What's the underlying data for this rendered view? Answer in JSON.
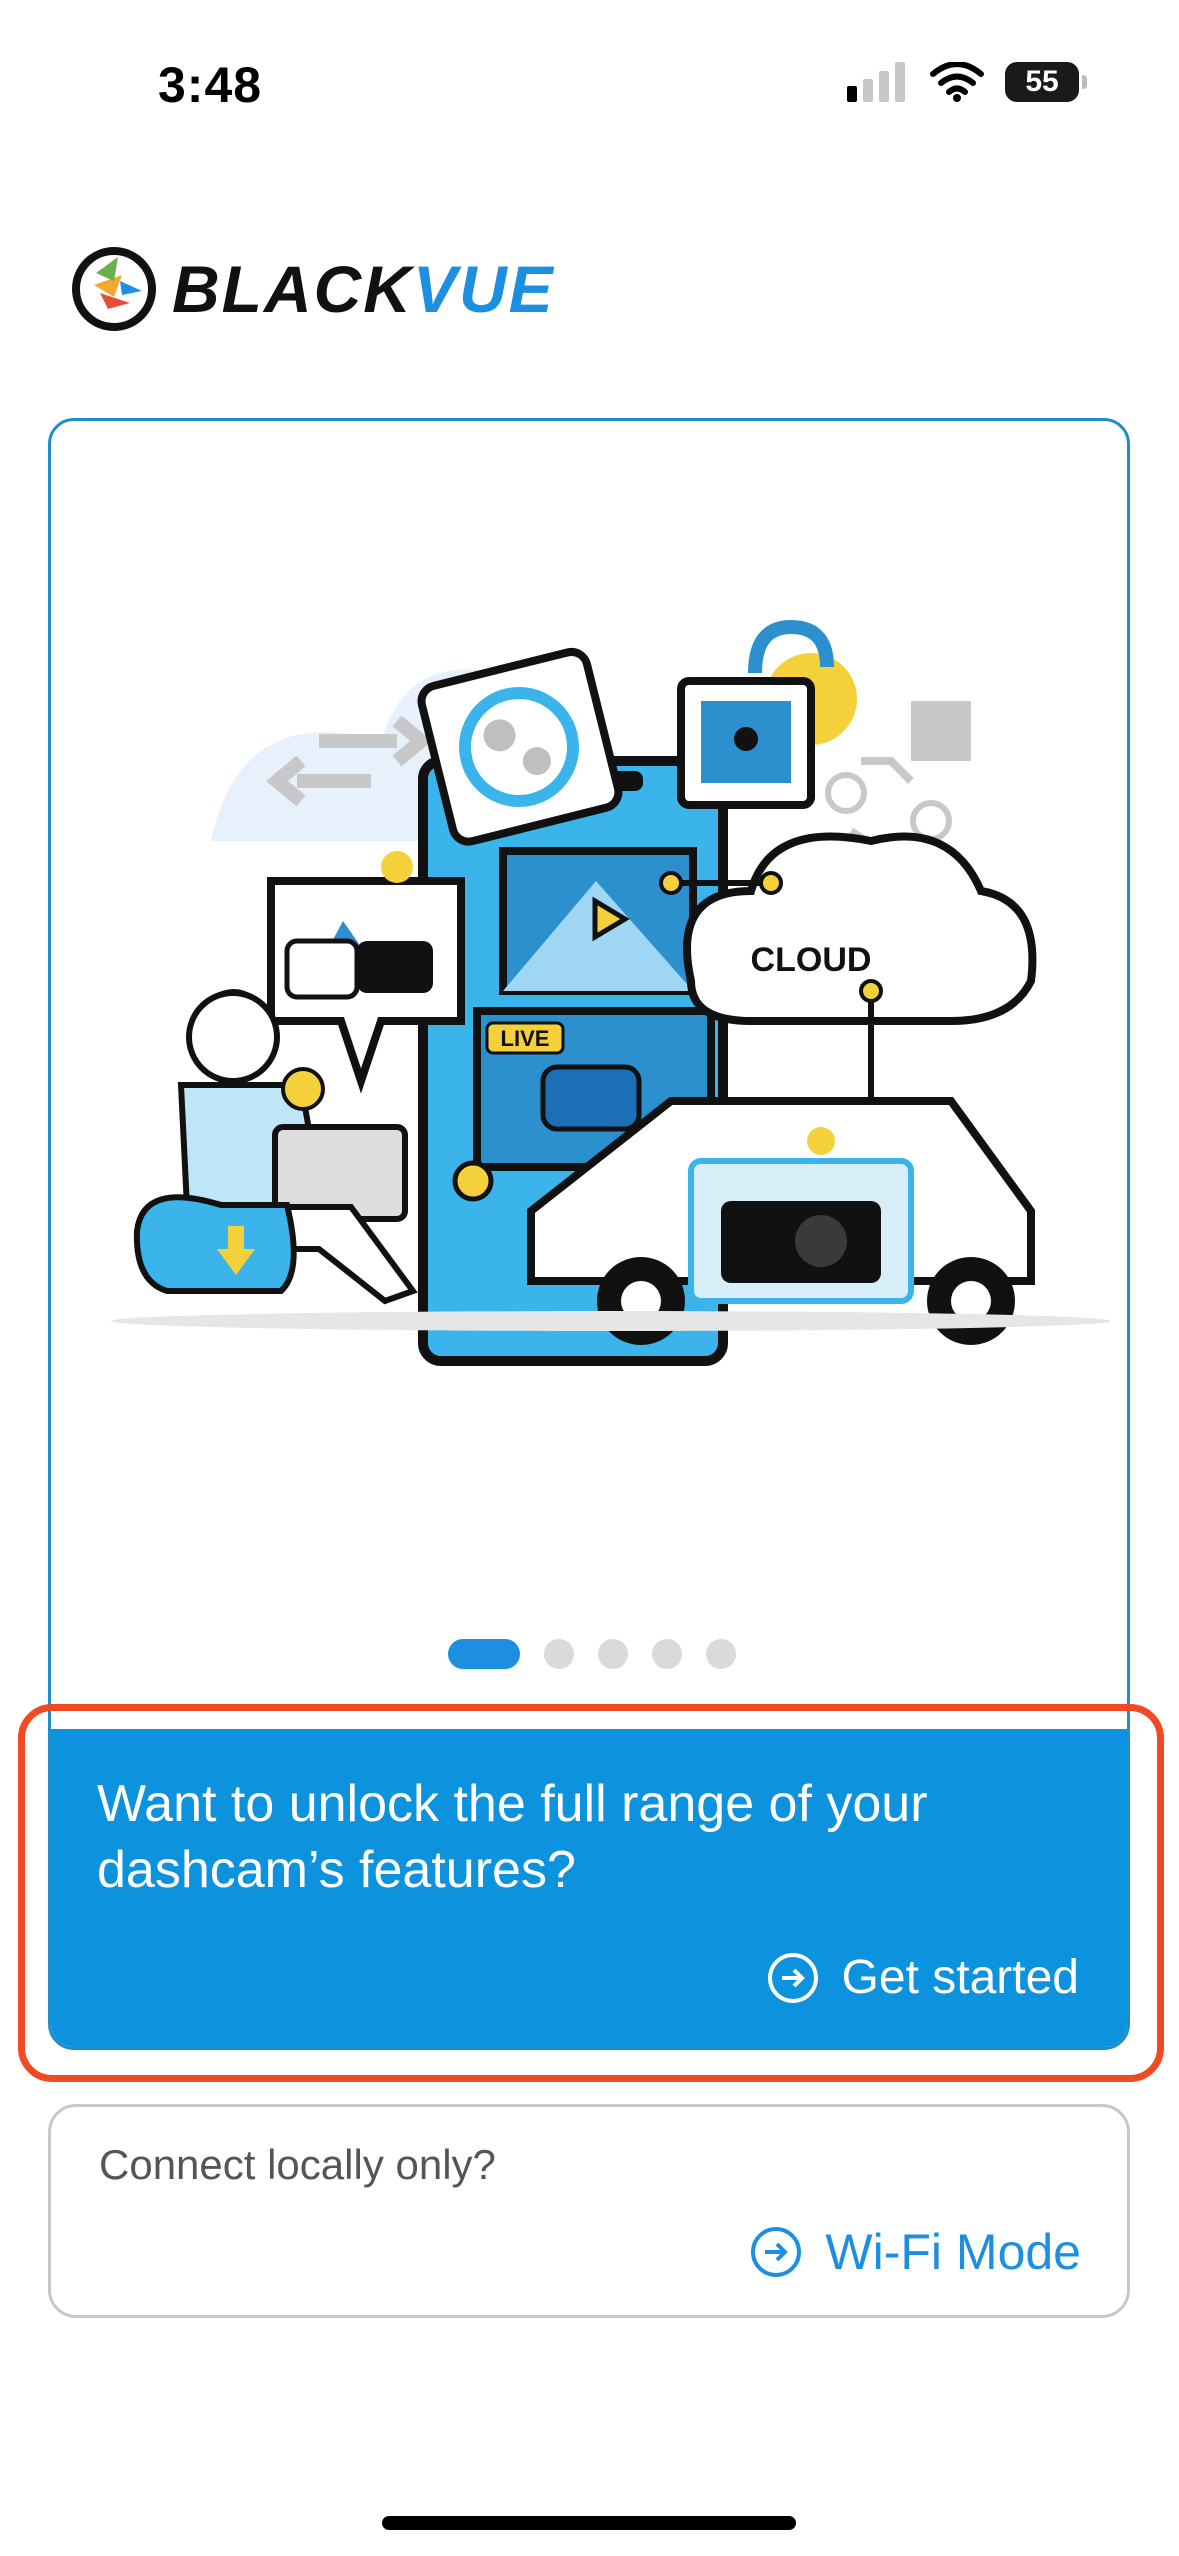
{
  "status_bar": {
    "time": "3:48",
    "battery": "55"
  },
  "brand": {
    "prefix": "BLACK",
    "suffix": "VUE",
    "accent": "#1d8fe0"
  },
  "illustration": {
    "cloud_label": "CLOUD",
    "live_badge": "LIVE"
  },
  "pager": {
    "active_index": 0,
    "total": 5
  },
  "cta": {
    "title": "Want to unlock the full range of your dashcam’s features?",
    "button_label": "Get started"
  },
  "local": {
    "question": "Connect locally only?",
    "button_label": "Wi-Fi Mode"
  },
  "colors": {
    "primary": "#0d93de",
    "highlight": "#f04a24",
    "border": "#1f8dcc"
  }
}
